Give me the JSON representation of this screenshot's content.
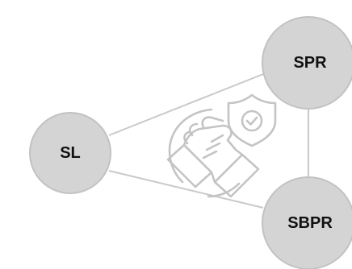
{
  "diagram": {
    "nodes": [
      {
        "id": "sl",
        "label": "SL"
      },
      {
        "id": "spr",
        "label": "SPR"
      },
      {
        "id": "sbpr",
        "label": "SBPR"
      }
    ],
    "edges": [
      {
        "from": "sl",
        "to": "spr"
      },
      {
        "from": "sl",
        "to": "sbpr"
      },
      {
        "from": "spr",
        "to": "sbpr"
      }
    ],
    "center_icon": "handshake-shield-check-icon",
    "colors": {
      "node_fill": "#d4d4d4",
      "node_stroke": "#c2c2c2",
      "edge": "#c9c9c9",
      "label": "#111111",
      "icon": "#c4c4c4"
    }
  }
}
